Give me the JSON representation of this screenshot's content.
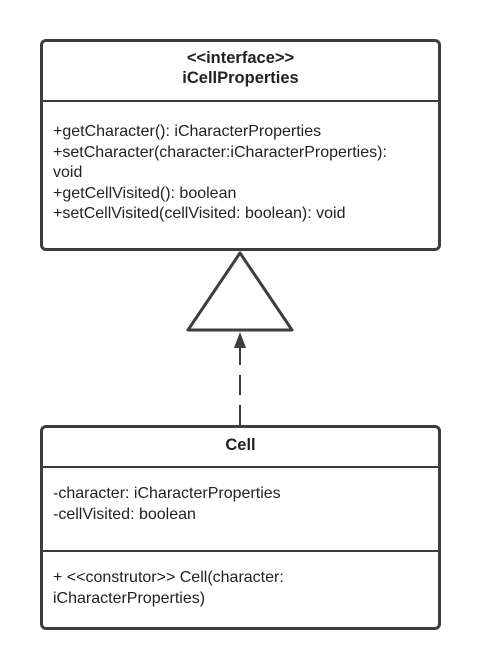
{
  "interface_class": {
    "stereotype": "<<interface>>",
    "name": "iCellProperties",
    "operations": [
      "+getCharacter(): iCharacterProperties",
      "+setCharacter(character:iCharacterProperties):",
      "void",
      "+getCellVisited(): boolean",
      "+setCellVisited(cellVisited: boolean): void"
    ]
  },
  "cell_class": {
    "name": "Cell",
    "attributes": [
      "-character: iCharacterProperties",
      "-cellVisited: boolean"
    ],
    "operations": [
      "+ <<construtor>> Cell(character:",
      "iCharacterProperties)"
    ]
  },
  "relationship": {
    "type": "realization",
    "from": "Cell",
    "to": "iCellProperties"
  },
  "colors": {
    "stroke": "#3d3d3d",
    "text": "#222222",
    "background": "#ffffff"
  }
}
